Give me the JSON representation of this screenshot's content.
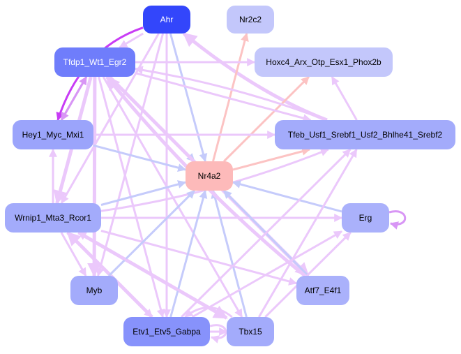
{
  "title": "Regulatory network around Nr4a2",
  "colors": {
    "edge_pink": "#ebc8fb",
    "edge_blue": "#c5cbfb",
    "edge_red": "#fcc3c3",
    "edge_purple": "#c83cf5",
    "edge_violet": "#d896f5"
  },
  "nodes": [
    {
      "id": "ahr",
      "label": "Ahr",
      "fill": "#3346fb",
      "text": "#ffffff"
    },
    {
      "id": "nr2c2",
      "label": "Nr2c2",
      "fill": "#c3c7fb",
      "text": "#000000"
    },
    {
      "id": "tfdp1",
      "label": "Tfdp1_Wt1_Egr2",
      "fill": "#6f7dfb",
      "text": "#ffffff"
    },
    {
      "id": "hoxc4",
      "label": "Hoxc4_Arx_Otp_Esx1_Phox2b",
      "fill": "#c3c7fb",
      "text": "#000000"
    },
    {
      "id": "hey1",
      "label": "Hey1_Myc_Mxi1",
      "fill": "#9ba4fb",
      "text": "#000000"
    },
    {
      "id": "tfeb",
      "label": "Tfeb_Usf1_Srebf1_Usf2_Bhlhe41_Srebf2",
      "fill": "#a3abfb",
      "text": "#000000"
    },
    {
      "id": "nr4a2",
      "label": "Nr4a2",
      "fill": "#fdbaba",
      "text": "#000000"
    },
    {
      "id": "wrnip1",
      "label": "Wrnip1_Mta3_Rcor1",
      "fill": "#a3abfb",
      "text": "#000000"
    },
    {
      "id": "erg",
      "label": "Erg",
      "fill": "#aab1fb",
      "text": "#000000"
    },
    {
      "id": "myb",
      "label": "Myb",
      "fill": "#a3abfb",
      "text": "#000000"
    },
    {
      "id": "atf7",
      "label": "Atf7_E4f1",
      "fill": "#aab1fb",
      "text": "#000000"
    },
    {
      "id": "etv1",
      "label": "Etv1_Etv5_Gabpa",
      "fill": "#8792fb",
      "text": "#000000"
    },
    {
      "id": "tbx15",
      "label": "Tbx15",
      "fill": "#a3abfb",
      "text": "#000000"
    }
  ],
  "edges": [
    {
      "from": "ahr",
      "to": "tfdp1",
      "color": "pink"
    },
    {
      "from": "ahr",
      "to": "nr4a2",
      "color": "blue"
    },
    {
      "from": "ahr",
      "to": "hey1",
      "color": "purple",
      "curve": 0.25
    },
    {
      "from": "ahr",
      "to": "wrnip1",
      "color": "pink"
    },
    {
      "from": "ahr",
      "to": "myb",
      "color": "pink"
    },
    {
      "from": "ahr",
      "to": "etv1",
      "color": "pink"
    },
    {
      "from": "tfeb",
      "to": "ahr",
      "color": "pink",
      "heavy": true,
      "curve": -0.08
    },
    {
      "from": "nr4a2",
      "to": "nr2c2",
      "color": "red"
    },
    {
      "from": "nr4a2",
      "to": "hoxc4",
      "color": "red"
    },
    {
      "from": "nr4a2",
      "to": "tfeb",
      "color": "red"
    },
    {
      "from": "tfdp1",
      "to": "hoxc4",
      "color": "pink"
    },
    {
      "from": "tfdp1",
      "to": "tfeb",
      "color": "pink"
    },
    {
      "from": "tfdp1",
      "to": "nr4a2",
      "color": "blue"
    },
    {
      "from": "tfdp1",
      "to": "hey1",
      "color": "violet"
    },
    {
      "from": "hey1",
      "to": "tfdp1",
      "color": "violet"
    },
    {
      "from": "tfdp1",
      "to": "wrnip1",
      "color": "pink",
      "heavy": true
    },
    {
      "from": "tfdp1",
      "to": "myb",
      "color": "pink",
      "heavy": true
    },
    {
      "from": "tfdp1",
      "to": "etv1",
      "color": "pink"
    },
    {
      "from": "tfdp1",
      "to": "atf7",
      "color": "pink",
      "heavy": true
    },
    {
      "from": "tfdp1",
      "to": "tbx15",
      "color": "pink"
    },
    {
      "from": "tfeb",
      "to": "tfdp1",
      "color": "pink",
      "curve": 0.05
    },
    {
      "from": "tfeb",
      "to": "hoxc4",
      "color": "pink"
    },
    {
      "from": "hey1",
      "to": "tfeb",
      "color": "pink"
    },
    {
      "from": "hey1",
      "to": "nr4a2",
      "color": "blue"
    },
    {
      "from": "wrnip1",
      "to": "hey1",
      "color": "pink"
    },
    {
      "from": "wrnip1",
      "to": "nr4a2",
      "color": "blue"
    },
    {
      "from": "wrnip1",
      "to": "tfeb",
      "color": "pink",
      "curve": 0.06
    },
    {
      "from": "wrnip1",
      "to": "erg",
      "color": "pink"
    },
    {
      "from": "wrnip1",
      "to": "myb",
      "color": "pink"
    },
    {
      "from": "wrnip1",
      "to": "atf7",
      "color": "pink"
    },
    {
      "from": "wrnip1",
      "to": "tbx15",
      "color": "pink",
      "heavy": true
    },
    {
      "from": "wrnip1",
      "to": "etv1",
      "color": "pink"
    },
    {
      "from": "etv1",
      "to": "wrnip1",
      "color": "pink",
      "heavy": true
    },
    {
      "from": "erg",
      "to": "nr4a2",
      "color": "blue"
    },
    {
      "from": "erg",
      "to": "erg",
      "color": "violet",
      "self": "right"
    },
    {
      "from": "myb",
      "to": "nr4a2",
      "color": "blue"
    },
    {
      "from": "atf7",
      "to": "nr4a2",
      "color": "blue"
    },
    {
      "from": "etv1",
      "to": "nr4a2",
      "color": "blue"
    },
    {
      "from": "tbx15",
      "to": "nr4a2",
      "color": "blue"
    },
    {
      "from": "etv1",
      "to": "tfeb",
      "color": "pink"
    },
    {
      "from": "etv1",
      "to": "erg",
      "color": "pink"
    },
    {
      "from": "tbx15",
      "to": "tfeb",
      "color": "pink"
    },
    {
      "from": "tbx15",
      "to": "erg",
      "color": "pink"
    },
    {
      "from": "etv1",
      "to": "tbx15",
      "color": "pink"
    },
    {
      "from": "tbx15",
      "to": "etv1",
      "color": "pink",
      "curve": 0.4
    },
    {
      "from": "etv1",
      "to": "etv1",
      "color": "pink",
      "self": "right"
    },
    {
      "from": "tbx15",
      "to": "wrnip1",
      "color": "pink"
    },
    {
      "from": "atf7",
      "to": "tfdp1",
      "color": "pink",
      "heavy": true,
      "curve": -0.05
    }
  ]
}
